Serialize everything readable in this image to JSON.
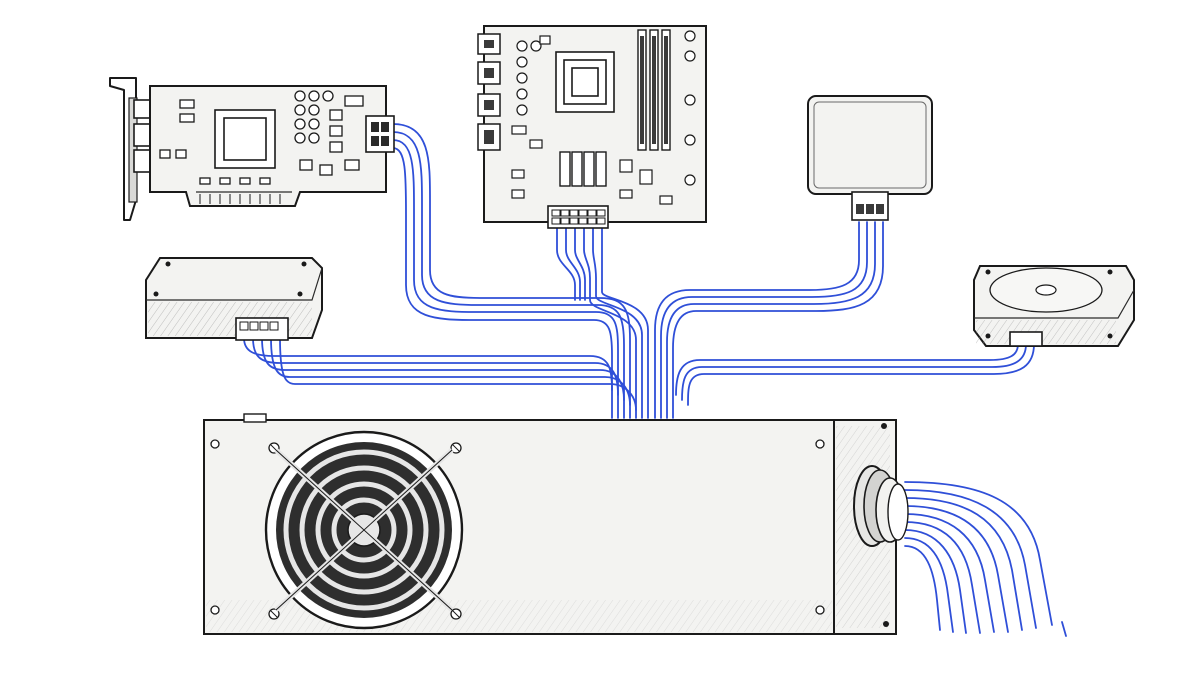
{
  "diagram": {
    "cable_color": "#2f4fd8",
    "line_color": "#1a1a1a",
    "background": "#ffffff",
    "components": [
      {
        "id": "graphics-card",
        "icon": "gpu-card-icon"
      },
      {
        "id": "motherboard",
        "icon": "motherboard-icon"
      },
      {
        "id": "solid-state-drive",
        "icon": "ssd-icon"
      },
      {
        "id": "optical-drive",
        "icon": "drive-enclosure-icon"
      },
      {
        "id": "hard-disk-drive",
        "icon": "hdd-icon"
      },
      {
        "id": "power-supply-unit",
        "icon": "psu-icon"
      }
    ]
  }
}
